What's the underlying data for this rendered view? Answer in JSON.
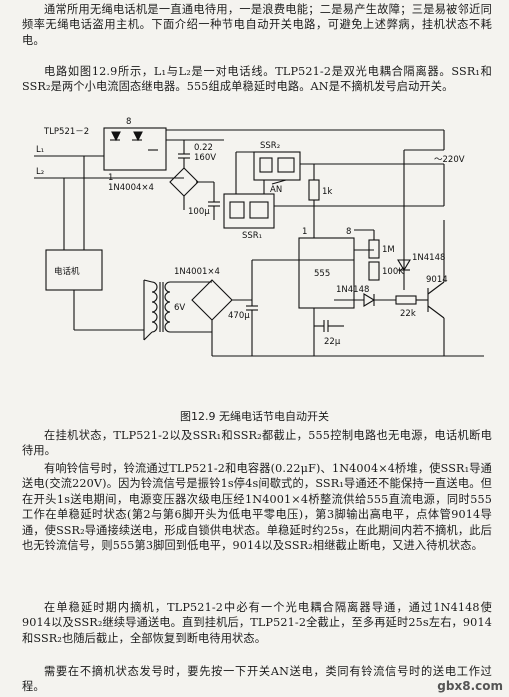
{
  "paragraphs": {
    "p1": "通常所用无绳电话机是一直通电待用，一是浪费电能；二是易产生故障；三是易被邻近同频率无绳电话盗用主机。下面介绍一种节电自动开关电路，可避免上述弊病，挂机状态不耗电。",
    "p2": "电路如图12.9所示，L₁与L₂是一对电话线。TLP521-2是双光电耦合隔离器。SSR₁和SSR₂是两个小电流固态继电器。555组成单稳延时电路。AN是不摘机发号启动开关。",
    "p3": "在挂机状态，TLP521-2以及SSR₁和SSR₂都截止，555控制电路也无电源，电话机断电待用。",
    "p4": "有响铃信号时，铃流通过TLP521-2和电容器(0.22μF)、1N4004×4桥堆，使SSR₁导通送电(交流220V)。因为铃流信号是振铃1s停4s间歇式的，SSR₁导通还不能保持一直送电。但在开头1s送电期间，电源变压器次级电压经1N4001×4桥整流供给555直流电源，同时555工作在单稳延时状态(第2与第6脚开头为低电平零电压)，第3脚输出高电平，点体管9014导通，使SSR₂导通接续送电，形成自锁供电状态。单稳延时约25s，在此期间内若不摘机，此后也无铃流信号，则555第3脚回到低电平，9014以及SSR₂相继截止断电，又进入待机状态。",
    "p5": "在单稳延时期内摘机，TLP521-2中必有一个光电耦合隔离器导通，通过1N4148使9014以及SSR₂继续导通送电。直到挂机后，TLP521-2全截止，至多再延时25s左右，9014和SSR₂也随后截止，全部恢复到断电待用状态。",
    "p6": "需要在不摘机状态发号时，要先按一下开关AN送电，类同有铃流信号时的送电工作过程。"
  },
  "figure": {
    "caption": "图12.9  无绳电话节电自动开关",
    "labels": {
      "tlp": "TLP521－2",
      "l1": "L₁",
      "l2": "L₂",
      "bridge1": "1N4004×4",
      "cap1": "0.22",
      "cap1v": "160V",
      "cap2": "100μ",
      "ssr2": "SSR₂",
      "an": "AN",
      "ssr1": "SSR₁",
      "phone": "电话机",
      "bridge2": "1N4001×4",
      "v6": "6V",
      "cap3": "470μ",
      "r1k": "1k",
      "ic": "555",
      "pin1": "1",
      "pin8": "8",
      "r1m": "1M",
      "r100k": "100K",
      "d1": "1N4148",
      "d2": "1N4148",
      "r22k": "22k",
      "q": "9014",
      "cap4": "22μ",
      "mains": "～220V",
      "n8": "8",
      "n1": "1"
    }
  },
  "watermark": "gbx8.com"
}
